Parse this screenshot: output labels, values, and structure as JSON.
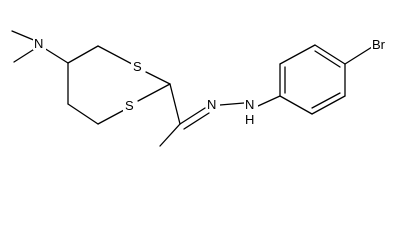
{
  "molecule": {
    "atoms": {
      "n_amine": "N",
      "s_upper": "S",
      "s_lower": "S",
      "n_imine": "N",
      "n_hydrazine": "N",
      "n_hydrazine_h": "H",
      "br": "Br"
    }
  },
  "colors": {
    "bond": "#000000",
    "label": "#000000",
    "background": "#ffffff"
  }
}
